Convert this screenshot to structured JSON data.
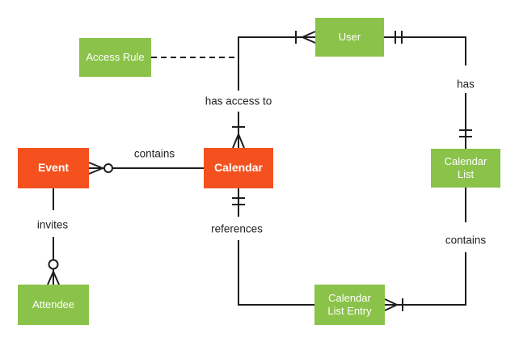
{
  "colors": {
    "background": "#FFFFFF",
    "entity_green": "#8BC34A",
    "entity_orange": "#F4511E",
    "entity_text": "#FFFFFF",
    "connector": "#1D1D1D",
    "label_text": "#212121"
  },
  "entities": {
    "event": {
      "label": "Event",
      "color": "orange"
    },
    "calendar": {
      "label": "Calendar",
      "color": "orange"
    },
    "access_rule": {
      "label": "Access Rule",
      "color": "green"
    },
    "user": {
      "label": "User",
      "color": "green"
    },
    "calendar_list": {
      "label": "Calendar List",
      "color": "green"
    },
    "attendee": {
      "label": "Attendee",
      "color": "green"
    },
    "calendar_list_entry": {
      "label": "Calendar List Entry",
      "color": "green"
    }
  },
  "relationships": {
    "calendar_contains_event": {
      "label": "contains",
      "from": "calendar",
      "to": "event",
      "event_end": "zero-or-many",
      "calendar_end": "plain"
    },
    "calendar_has_access_to_user": {
      "label": "has access to",
      "from": "calendar",
      "to": "user",
      "calendar_end": "one-or-many",
      "user_end": "one-or-many"
    },
    "access_rule_annotation": {
      "label": "",
      "from": "access_rule",
      "to": "calendar_has_access_to_user",
      "style": "dashed"
    },
    "user_has_calendar_list": {
      "label": "has",
      "from": "user",
      "to": "calendar_list",
      "user_end": "exactly-one",
      "calendar_list_end": "exactly-one"
    },
    "event_invites_attendee": {
      "label": "invites",
      "from": "event",
      "to": "attendee",
      "attendee_end": "zero-or-many",
      "event_end": "plain"
    },
    "calendar_references_entry": {
      "label": "references",
      "from": "calendar",
      "to": "calendar_list_entry",
      "calendar_end": "exactly-one",
      "entry_end": "plain"
    },
    "list_contains_entry": {
      "label": "contains",
      "from": "calendar_list",
      "to": "calendar_list_entry",
      "entry_end": "one-or-many",
      "list_end": "plain"
    }
  }
}
